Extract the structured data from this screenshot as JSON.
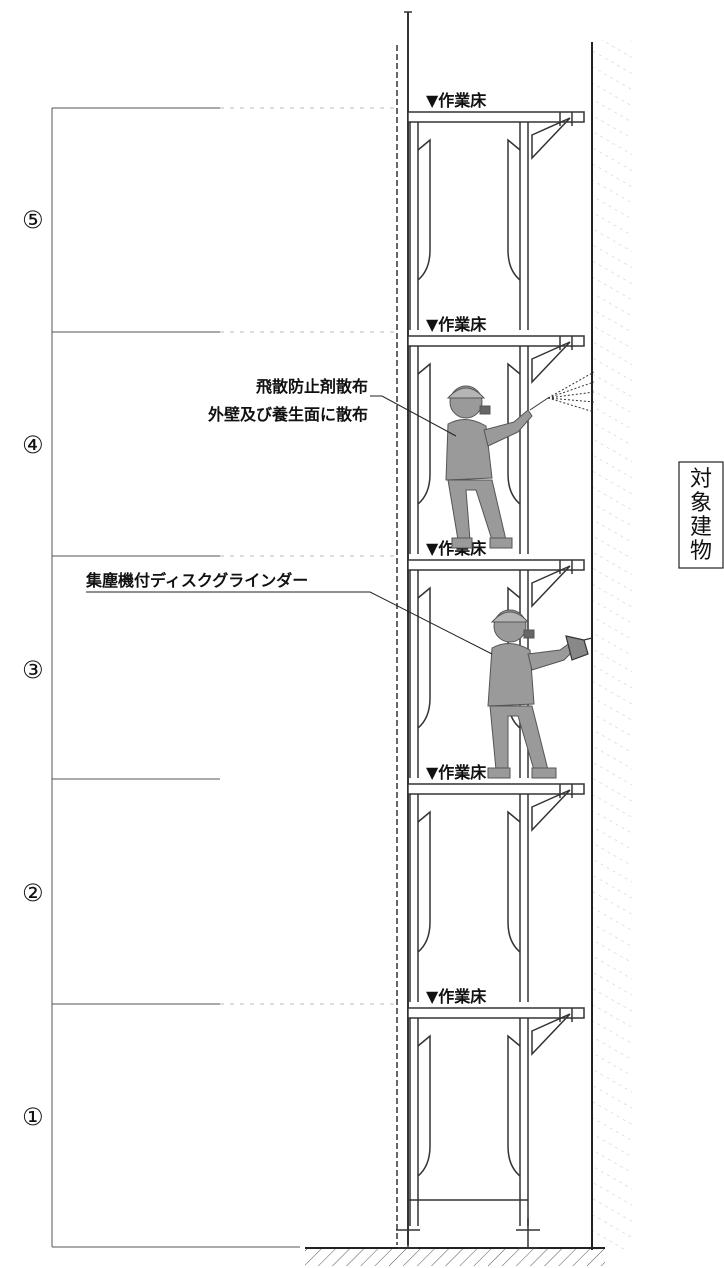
{
  "diagram": {
    "floor_labels": [
      "⑤",
      "④",
      "③",
      "②",
      "①"
    ],
    "platform_label": "▼作業床",
    "annotations": {
      "spray_line1": "飛散防止剤散布",
      "spray_line2": "外壁及び養生面に散布",
      "grinder": "集塵機付ディスクグラインダー"
    },
    "building_label_chars": [
      "対",
      "象",
      "建",
      "物"
    ],
    "colors": {
      "line": "#222222",
      "worker_fill": "#9a9a9a",
      "hatch": "#bbbbbb"
    }
  }
}
